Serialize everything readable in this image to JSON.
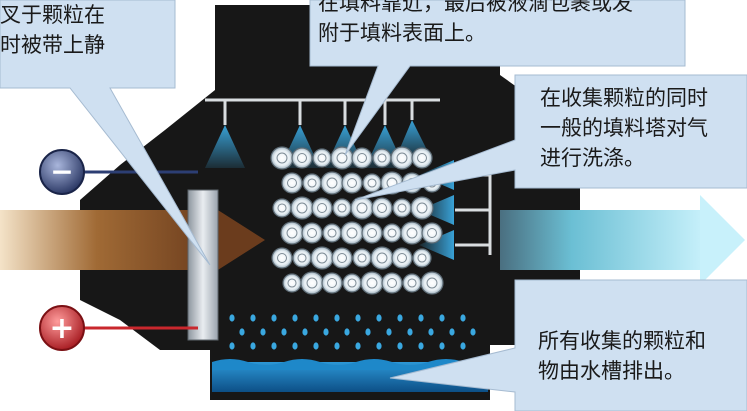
{
  "callouts": {
    "top_left": "叉于颗粒在\n时被带上静",
    "top_center": "在填料靠近，最后被液滴包裹或发\n附于填料表面上。",
    "right_upper": "在收集颗粒的同时\n一般的填料塔对气\n进行洗涤。",
    "right_lower": "所有收集的颗粒和\n物由水槽排出。"
  },
  "electrode_symbols": {
    "negative": "−",
    "positive": "+"
  },
  "colors": {
    "housing": "#171717",
    "callout_fill": "#cfe0f1",
    "water": "#1b7fc0",
    "negative_electrode": "#2c3e73",
    "positive_electrode": "#c9272d",
    "clean_air": "#7fd3e6",
    "dirty_air": "#8a5a2b"
  }
}
